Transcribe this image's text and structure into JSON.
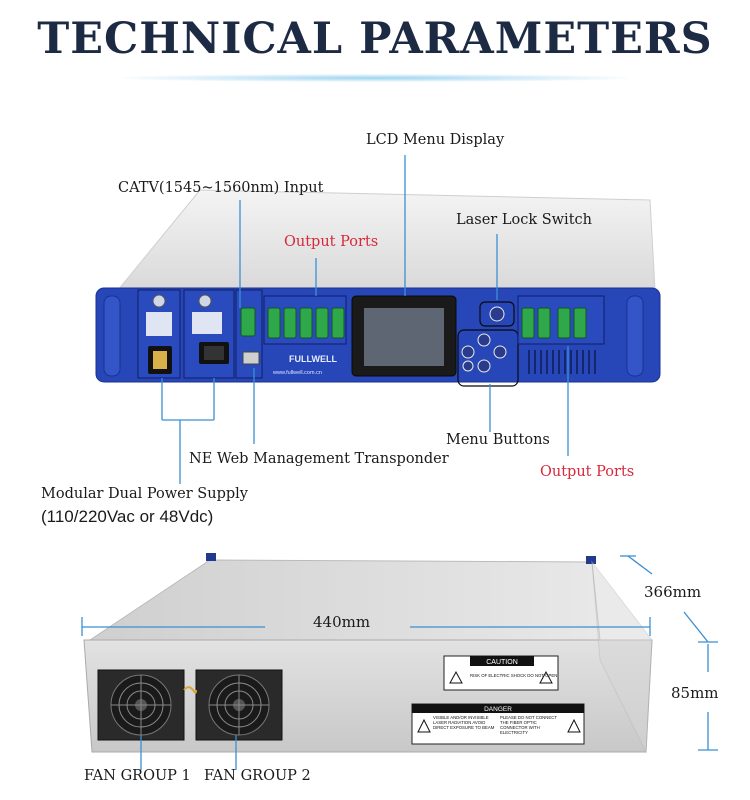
{
  "title": "TECHNICAL PARAMETERS",
  "front_panel": {
    "lcd_menu_display": "LCD Menu Display",
    "catv_input": "CATV(1545~1560nm) Input",
    "output_ports_top": "Output Ports",
    "laser_lock_switch": "Laser Lock Switch",
    "menu_buttons": "Menu Buttons",
    "output_ports_bottom": "Output Ports",
    "ne_web": "NE Web Management Transponder",
    "power_supply": "Modular Dual Power Supply",
    "power_spec": "(110/220Vac or 48Vdc)",
    "brand": "FULLWELL",
    "website": "www.fullwell.com.cn"
  },
  "rear_panel": {
    "width": "440mm",
    "depth": "366mm",
    "height": "85mm",
    "fan_group_1": "FAN GROUP 1",
    "fan_group_2": "FAN GROUP 2",
    "caution_header": "CAUTION",
    "caution_text": "RISK OF ELECTRIC SHOCK DO NOT OPEN",
    "danger_header": "DANGER",
    "danger_left": "VISIBLE AND/OR INVISIBLE LASER RADIATION AVOID DIRECT EXPOSURE TO BEAM",
    "danger_right": "PLEASE DO NOT CONNECT THE FIBER OPTIC CONNECTOR WITH ELECTRICITY"
  },
  "colors": {
    "title": "#1d2a44",
    "chassis_blue": "#2747b8",
    "callout_line": "#3b8fd4",
    "red_label": "#d8283a",
    "port_green": "#2ea84a"
  }
}
